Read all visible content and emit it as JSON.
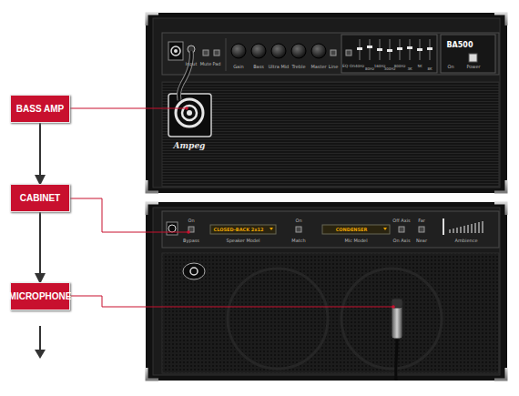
{
  "diagram": {
    "nodes": [
      {
        "text": [
          "BASS AMP"
        ]
      },
      {
        "text": [
          "CABINET"
        ]
      },
      {
        "text": [
          "MICROPHONE"
        ]
      }
    ],
    "edges": [
      {
        "from": 0,
        "to": 1,
        "arrow": "to"
      },
      {
        "from": 1,
        "to": 2,
        "arrow": "to"
      }
    ],
    "labels": [
      "Input",
      "Mute",
      "Pad",
      "Gain",
      "Bass",
      "Ultra Mid",
      "Treble",
      "Master",
      "Line",
      "EQ On",
      "40Hz",
      "80Hz",
      "160Hz",
      "300Hz",
      "800Hz",
      "3K",
      "5K",
      "8K",
      "BA500",
      "On",
      "Power",
      "Ampeg",
      "On",
      "Bypass",
      "CLOSED-BACK 2x12",
      "Speaker Model",
      "On",
      "Match",
      "CONDENSER",
      "Mic Model",
      "Off Axis",
      "On Axis",
      "Far",
      "Near",
      "Ambience"
    ]
  }
}
